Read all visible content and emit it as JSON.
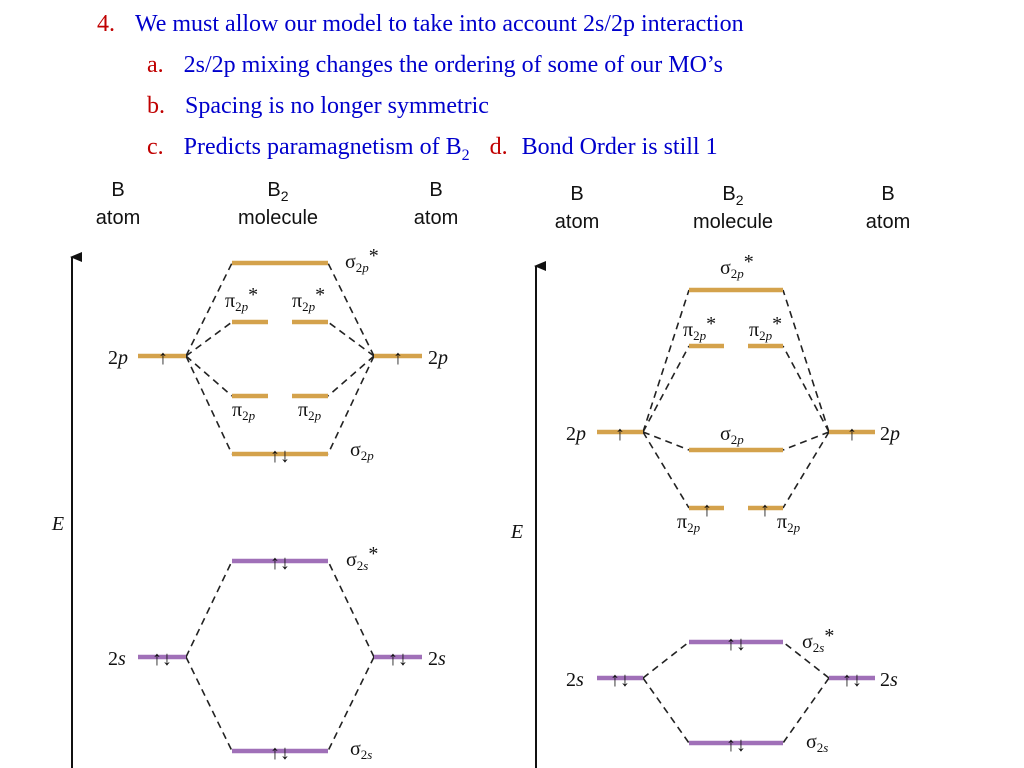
{
  "heading": {
    "item4": {
      "number": "4.",
      "text": "We must allow our model to take into account 2s/2p interaction"
    },
    "a": {
      "letter": "a.",
      "text": "2s/2p mixing changes the ordering of some of our MO’s"
    },
    "b": {
      "letter": "b.",
      "text": "Spacing is no longer symmetric"
    },
    "c": {
      "letter": "c.",
      "text": "Predicts paramagnetism of B",
      "sub": "2"
    },
    "d": {
      "letter": "d.",
      "text": "Bond Order is still 1"
    }
  },
  "labels": {
    "atom_top": "B",
    "atom_bottom": "atom",
    "molecule_top": "B",
    "molecule_sub": "2",
    "molecule_bottom": "molecule",
    "energy": "E",
    "ao_2p": "2p",
    "ao_2s": "2s",
    "sigma": "σ",
    "pi": "π",
    "star": "*",
    "sub_2p": "2p",
    "sub_2s": "2s",
    "orb_2": "2",
    "orb_p": "p",
    "orb_s": "s"
  },
  "electrons": {
    "single": "↑",
    "pair": "↑↓"
  },
  "colors": {
    "p_level": "#d4a24c",
    "s_level": "#a070b8",
    "connector": "#222222",
    "heading_number": "#c00000",
    "heading_text": "#0000cc"
  }
}
